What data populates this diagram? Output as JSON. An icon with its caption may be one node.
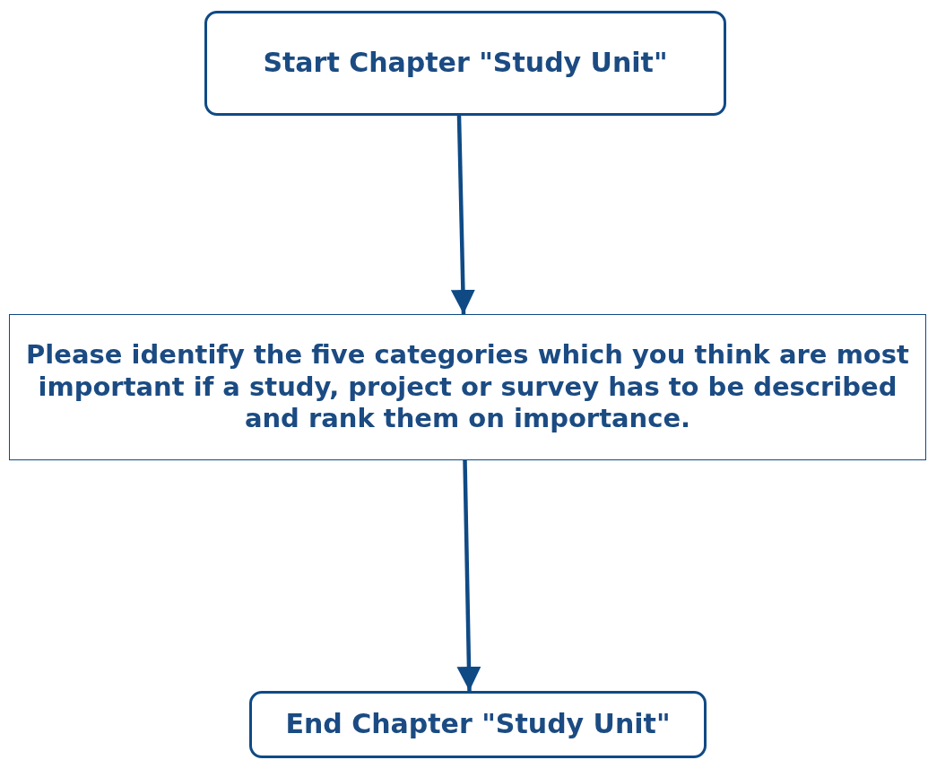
{
  "diagram": {
    "nodes": [
      {
        "text": [
          "Start Chapter \"Study Unit\""
        ]
      },
      {
        "text": [
          "Please identify the five categories which you think are most important if a study, project or survey has to be described and rank them on importance."
        ]
      },
      {
        "text": [
          "End Chapter \"Study Unit\""
        ]
      }
    ],
    "edges": [
      {
        "from": 0,
        "to": 1,
        "arrow": "to"
      },
      {
        "from": 1,
        "to": 2,
        "arrow": "to"
      }
    ]
  }
}
